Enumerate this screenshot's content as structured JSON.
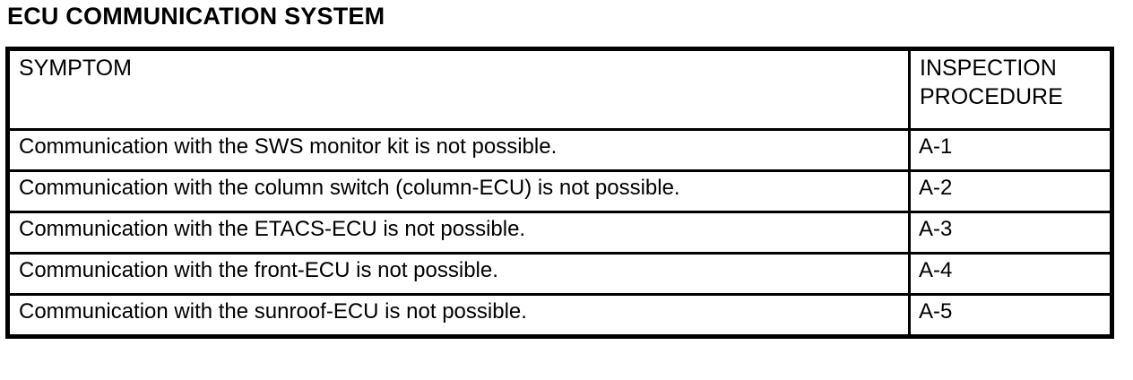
{
  "document": {
    "title": "ECU COMMUNICATION SYSTEM"
  },
  "table": {
    "headers": {
      "symptom": "SYMPTOM",
      "inspection_procedure": "INSPECTION\nPROCEDURE"
    },
    "rows": [
      {
        "symptom": "Communication with the SWS monitor kit is not possible.",
        "procedure": "A-1"
      },
      {
        "symptom": "Communication with the column switch (column-ECU) is not possible.",
        "procedure": "A-2"
      },
      {
        "symptom": "Communication with the ETACS-ECU is not possible.",
        "procedure": "A-3"
      },
      {
        "symptom": "Communication with the front-ECU is not possible.",
        "procedure": "A-4"
      },
      {
        "symptom": "Communication with the sunroof-ECU is not possible.",
        "procedure": "A-5"
      }
    ]
  },
  "colors": {
    "text": "#000000",
    "background": "#ffffff",
    "border": "#000000"
  }
}
